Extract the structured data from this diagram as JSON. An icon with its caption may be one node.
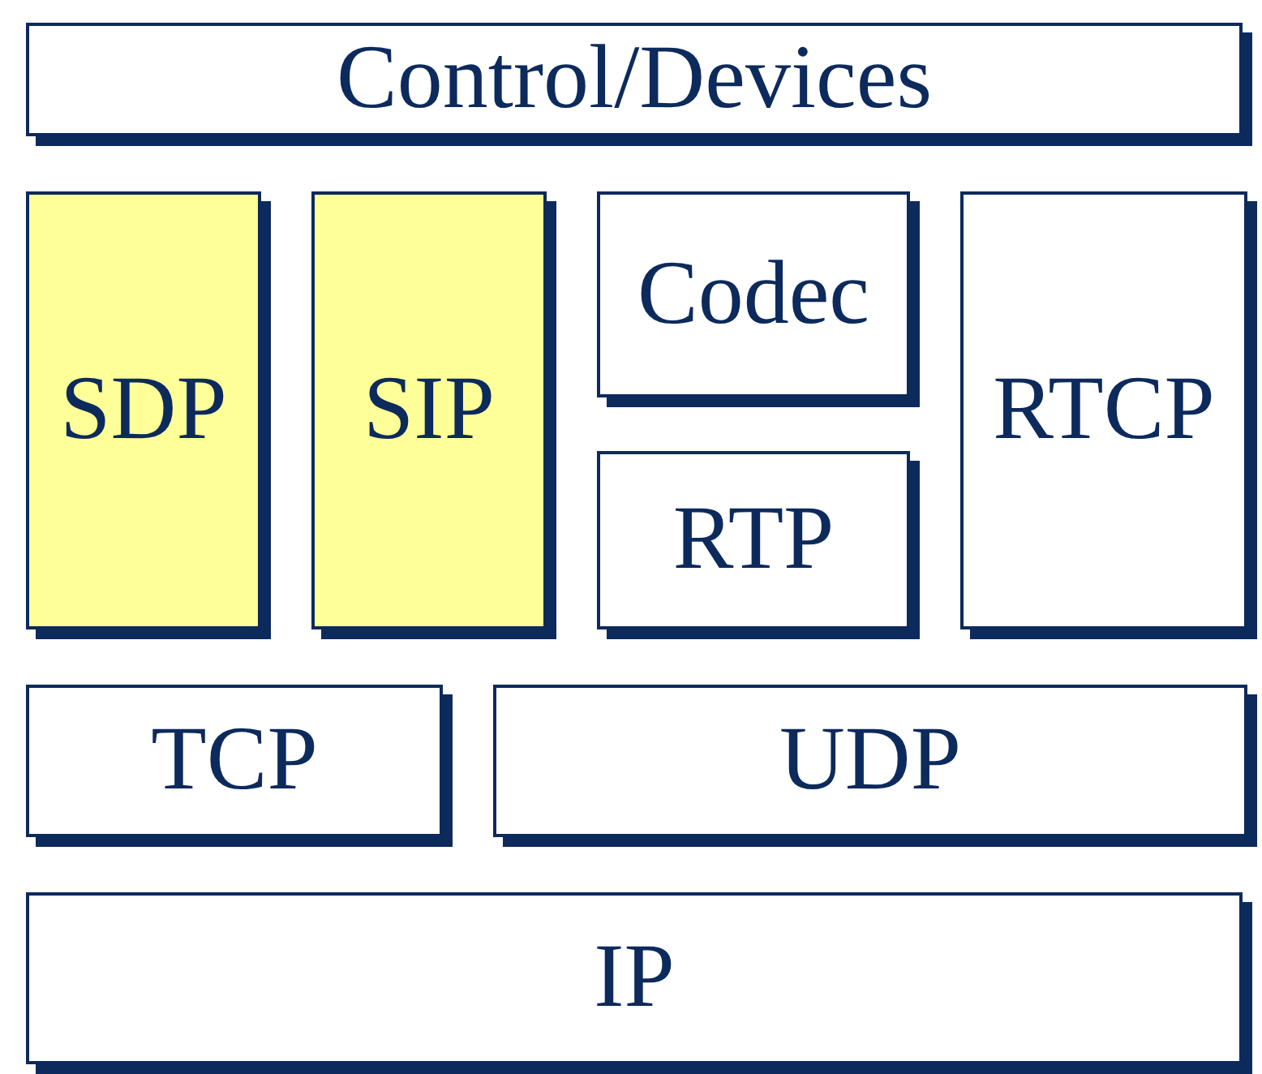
{
  "diagram": {
    "nodes": [
      {
        "text": [
          "Control/Devices"
        ]
      },
      {
        "text": [
          "SDP"
        ]
      },
      {
        "text": [
          "SIP"
        ]
      },
      {
        "text": [
          "Codec"
        ]
      },
      {
        "text": [
          "RTP"
        ]
      },
      {
        "text": [
          "RTCP"
        ]
      },
      {
        "text": [
          "TCP"
        ]
      },
      {
        "text": [
          "UDP"
        ]
      },
      {
        "text": [
          "IP"
        ]
      }
    ]
  }
}
